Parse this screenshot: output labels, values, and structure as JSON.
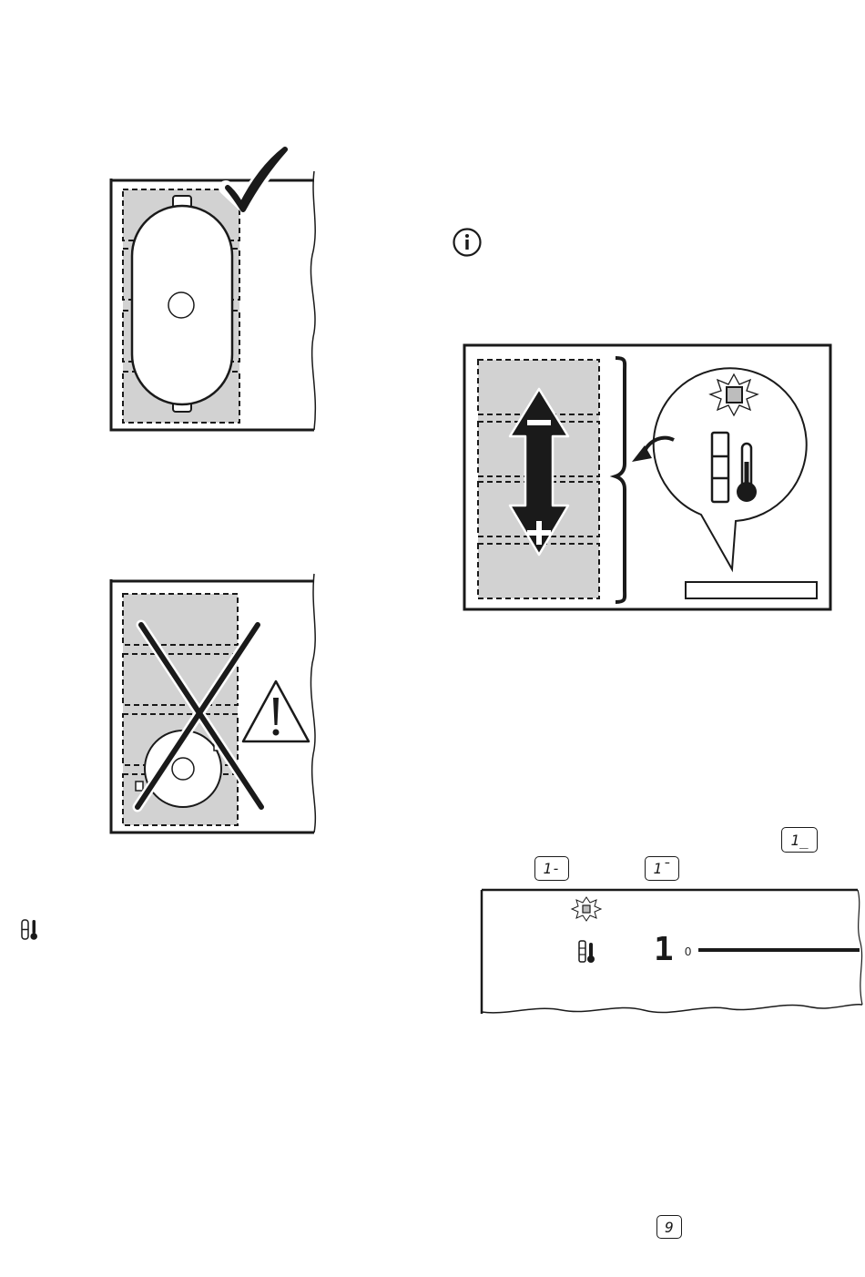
{
  "icons": {
    "check": "check-mark-icon",
    "cross": "cross-mark-icon",
    "warning": "warning-triangle-icon",
    "info": "info-circle-icon",
    "bridge_thermo": "bridge-thermometer-icon",
    "sun": "sun-indicator-icon",
    "arrow": "double-arrow-icon"
  },
  "colors": {
    "zone_fill": "#d2d2d2",
    "stroke": "#1a1a1a",
    "paper": "#ffffff"
  },
  "displays": {
    "level_low": "1_",
    "level_mid": "1-",
    "level_high": "1¯",
    "level_nine": "9"
  },
  "slider": {
    "digit": "1",
    "zero_label": "0"
  },
  "arrows": {
    "minus": "−",
    "plus": "+"
  }
}
